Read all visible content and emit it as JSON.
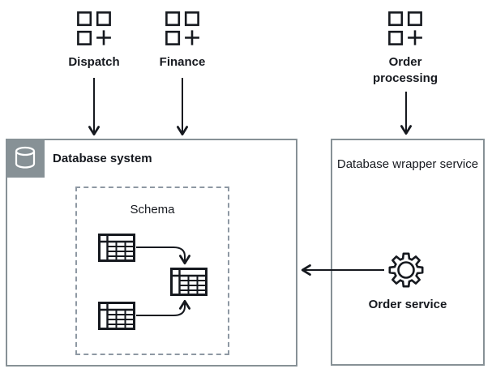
{
  "apps": [
    {
      "id": "dispatch",
      "label": "Dispatch"
    },
    {
      "id": "finance",
      "label": "Finance"
    },
    {
      "id": "order-processing",
      "label": "Order processing"
    }
  ],
  "database_system": {
    "title": "Database system",
    "schema": {
      "label": "Schema",
      "table_count": 3
    }
  },
  "wrapper_service": {
    "title": "Database wrapper service",
    "service": {
      "label": "Order service"
    }
  },
  "icons": {
    "app": "application-squares-plus-icon",
    "database": "database-cylinder-icon",
    "table": "table-icon",
    "gear": "gear-icon",
    "arrowhead": "arrowhead-icon"
  },
  "colors": {
    "outline": "#879196",
    "dashed_outline": "#8e98a3",
    "ink": "#16191F",
    "badge_background": "#879196",
    "background": "#ffffff"
  }
}
